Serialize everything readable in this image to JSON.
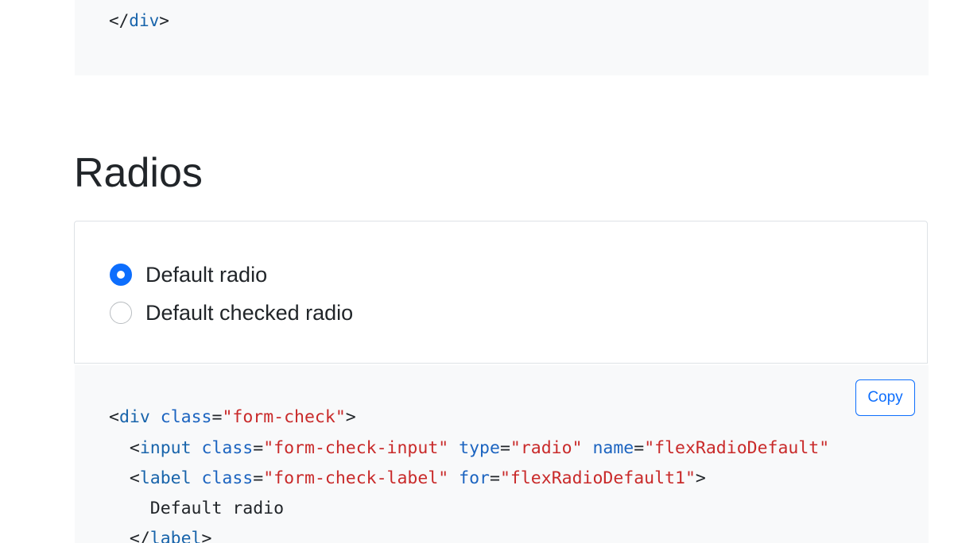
{
  "code_top": {
    "close_tag_open": "</",
    "close_tag_name": "div",
    "close_tag_end": ">"
  },
  "section": {
    "title": "Radios"
  },
  "example": {
    "radios": [
      {
        "label": "Default radio",
        "checked": true
      },
      {
        "label": "Default checked radio",
        "checked": false
      }
    ]
  },
  "code_main": {
    "copy_label": "Copy",
    "line1": {
      "open": "<",
      "tag": "div",
      "attr": "class",
      "eq": "=",
      "value": "\"form-check\"",
      "close": ">"
    },
    "line2": {
      "open": "<",
      "tag": "input",
      "attr1": "class",
      "value1": "\"form-check-input\"",
      "attr2": "type",
      "value2": "\"radio\"",
      "attr3": "name",
      "value3": "\"flexRadioDefault\""
    },
    "line3": {
      "open": "<",
      "tag": "label",
      "attr1": "class",
      "value1": "\"form-check-label\"",
      "attr2": "for",
      "value2": "\"flexRadioDefault1\"",
      "close": ">"
    },
    "line4": {
      "text": "Default radio"
    },
    "line5": {
      "open": "</",
      "tag": "label",
      "close": ">"
    }
  },
  "colors": {
    "primary": "#0d6efd",
    "code_bg": "#f8f9fa",
    "string": "#c92a2a",
    "attribute": "#1c64c0"
  }
}
